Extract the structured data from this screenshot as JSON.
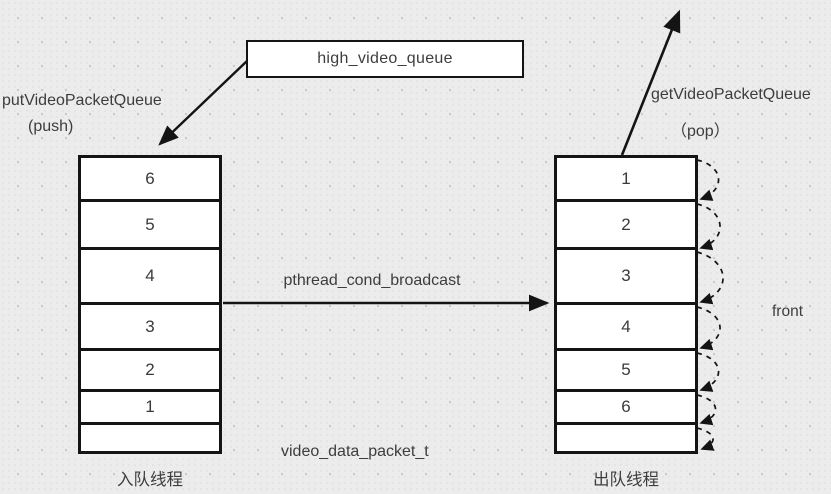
{
  "colors": {
    "background": "#ececec",
    "line": "#141414",
    "text": "#3d3d3d",
    "box_background": "#ffffff"
  },
  "top_box": {
    "label": "high_video_queue"
  },
  "push_label": {
    "line1": "putVideoPacketQueue",
    "line2": "(push)"
  },
  "pop_label": {
    "line1": "getVideoPacketQueue",
    "line2": "（pop）"
  },
  "broadcast_arrow": {
    "label": "pthread_cond_broadcast"
  },
  "bottom_label": "video_data_packet_t",
  "front_label": "front",
  "left_queue": {
    "caption": "入队线程",
    "cells": [
      "6",
      "5",
      "4",
      "3",
      "2",
      "1",
      ""
    ]
  },
  "right_queue": {
    "caption": "出队线程",
    "cells": [
      "1",
      "2",
      "3",
      "4",
      "5",
      "6",
      ""
    ]
  }
}
